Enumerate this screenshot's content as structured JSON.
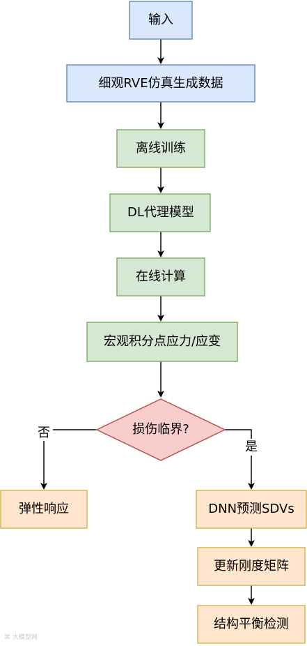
{
  "colors": {
    "blue_fill": "#dae8fc",
    "blue_stroke": "#6c8ebf",
    "green_fill": "#d5e8d4",
    "green_stroke": "#82b366",
    "red_fill": "#f8cecc",
    "red_stroke": "#b85450",
    "orange_fill": "#ffe6cc",
    "orange_stroke": "#d6b656",
    "line": "#000000"
  },
  "nodes": {
    "input": "输入",
    "rve_sim": "细观RVE仿真生成数据",
    "offline_train": "离线训练",
    "dl_surrogate": "DL代理模型",
    "online_compute": "在线计算",
    "macro_stress": "宏观积分点应力/应变",
    "damage_decision": "损伤临界?",
    "elastic_response": "弹性响应",
    "dnn_predict": "DNN预测SDVs",
    "update_stiffness": "更新刚度矩阵",
    "structural_check": "结构平衡检测"
  },
  "edge_labels": {
    "no": "否",
    "yes": "是"
  },
  "watermark": "大模型网"
}
